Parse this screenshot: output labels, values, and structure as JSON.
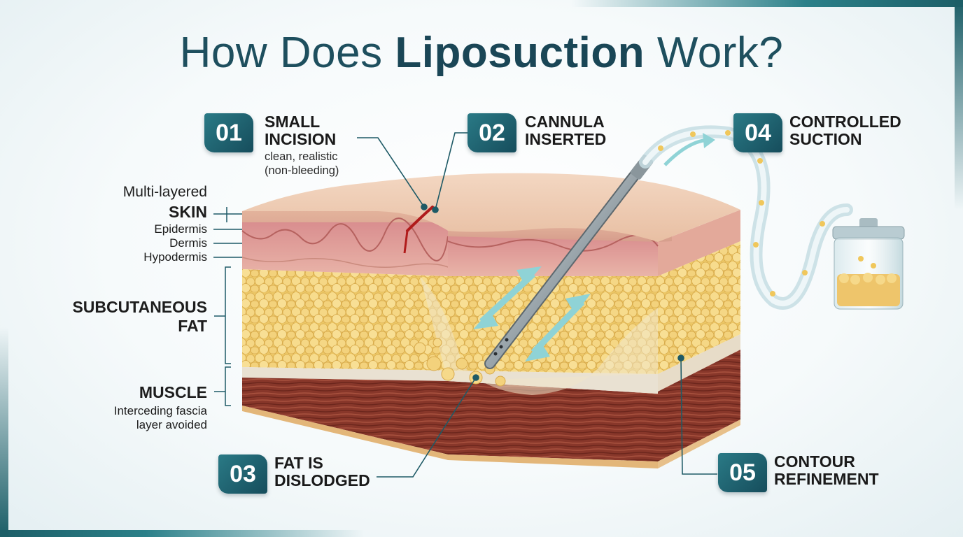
{
  "title": {
    "prefix": "How Does ",
    "bold": "Liposuction",
    "suffix": " Work?"
  },
  "steps": [
    {
      "number": "01",
      "title": "SMALL\nINCISION",
      "note": "clean, realistic\n(non-bleeding)"
    },
    {
      "number": "02",
      "title": "CANNULA\nINSERTED",
      "note": ""
    },
    {
      "number": "03",
      "title": "FAT IS\nDISLODGED",
      "note": ""
    },
    {
      "number": "04",
      "title": "CONTROLLED\nSUCTION",
      "note": ""
    },
    {
      "number": "05",
      "title": "CONTOUR\nREFINEMENT",
      "note": ""
    }
  ],
  "layers": {
    "skin_intro": "Multi-layered",
    "skin": "SKIN",
    "epidermis": "Epidermis",
    "dermis": "Dermis",
    "hypodermis": "Hypodermis",
    "fat_line1": "SUBCUTANEOUS",
    "fat_line2": "FAT",
    "muscle": "MUSCLE",
    "muscle_note_line1": "Interceding fascia",
    "muscle_note_line2": "layer avoided"
  },
  "colors": {
    "accent": "#1c5e67",
    "badge": "#1f6472",
    "title": "#1e4f5e",
    "skin": "#efc9ad",
    "dermis": "#d88e8e",
    "fat": "#f0d27a",
    "muscle": "#8d3b2c",
    "arrow": "#8fd3d6"
  },
  "icons": [
    "cannula-icon",
    "suction-tube-icon",
    "collection-canister-icon",
    "motion-arrow-icon"
  ]
}
